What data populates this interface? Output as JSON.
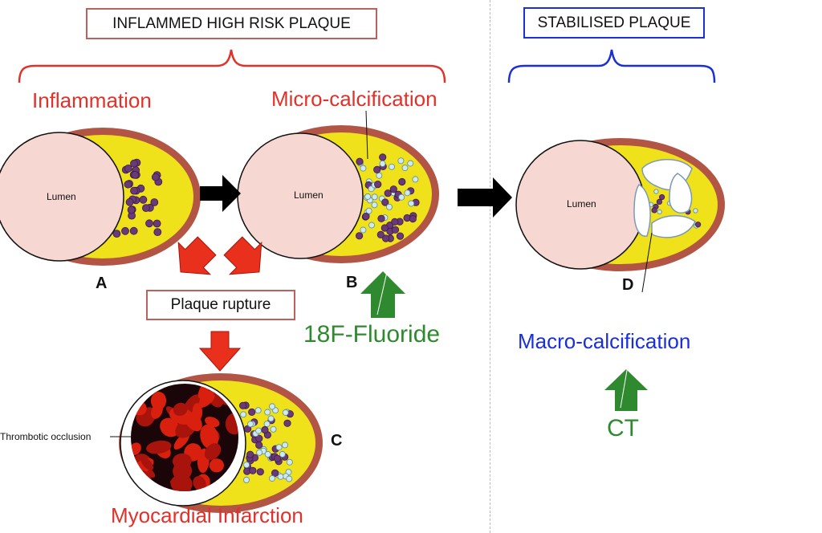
{
  "headings": {
    "left": "INFLAMMED HIGH RISK PLAQUE",
    "right": "STABILISED PLAQUE"
  },
  "stages": {
    "inflammation": "Inflammation",
    "micro": "Micro-calcification",
    "macro": "Macro-calcification",
    "rupture": "Plaque rupture",
    "mi": "Myocardial Infarction"
  },
  "panel_letters": {
    "a": "A",
    "b": "B",
    "c": "C",
    "d": "D"
  },
  "lumen_label": "Lumen",
  "thrombus_label": "Thrombotic occlusion",
  "imaging": {
    "pet": "18F-Fluoride",
    "ct": "CT"
  },
  "colors": {
    "red": "#e0322a",
    "blue": "#1a2fd6",
    "green": "#2f8a2f",
    "wall": "#b25545",
    "plaque": "#efe11a",
    "lumen": "#f6d7d2",
    "purple": "#6a3a78",
    "calc": "#cfe9ef",
    "arrow_red": "#e8301c",
    "arrow_black": "#000000",
    "arrow_green": "#2f8a2f"
  }
}
